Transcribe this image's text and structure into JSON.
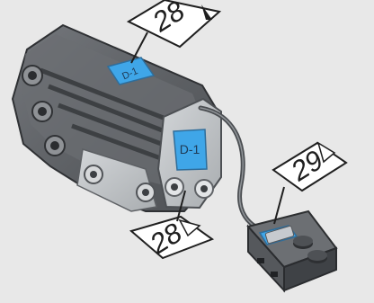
{
  "labels": {
    "top_sticker": "28",
    "bottom_sticker": "28",
    "right_sticker": "29",
    "motor_tag_top": "D-1",
    "motor_tag_side": "D-1"
  },
  "colors": {
    "background": "#e8e8e8",
    "motor_dark": "#5f6266",
    "motor_light": "#b9bdc0",
    "tag_blue": "#3fa6e8",
    "cable": "#4b4e52"
  }
}
